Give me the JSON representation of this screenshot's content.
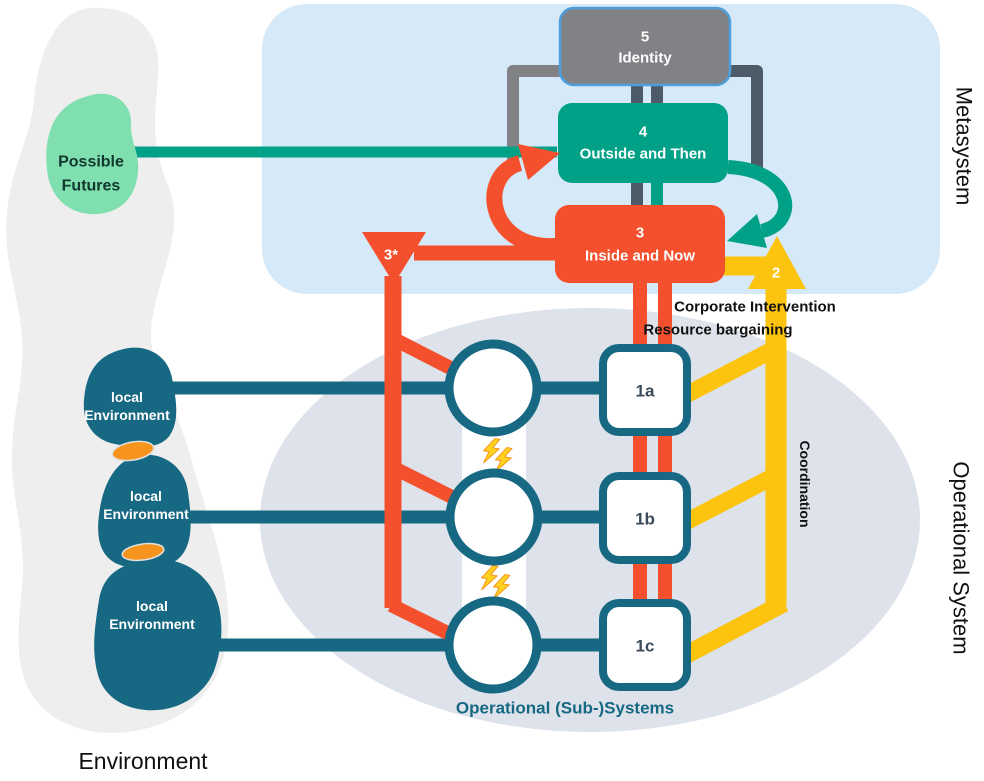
{
  "diagram": {
    "regions": {
      "metasystem_label": "Metasystem",
      "operational_system_label": "Operational System",
      "environment_label": "Environment"
    },
    "metasystem_boxes": {
      "s5_num": "5",
      "s5_name": "Identity",
      "s4_num": "4",
      "s4_name": "Outside and Then",
      "s3_num": "3",
      "s3_name": "Inside and Now"
    },
    "nodes": {
      "s3star": "3*",
      "s2": "2",
      "s1a": "1a",
      "s1b": "1b",
      "s1c": "1c"
    },
    "environment": {
      "possible_futures_line1": "Possible",
      "possible_futures_line2": "Futures",
      "local_env_line1": "local",
      "local_env_line2": "Environment"
    },
    "channel_labels": {
      "corporate_intervention": "Corporate Intervention",
      "resource_bargaining": "Resource bargaining",
      "coordination": "Coordination",
      "operational_subsystems": "Operational (Sub-)Systems"
    },
    "colors": {
      "metasystem_bg": "#D5E9F8",
      "operational_bg": "#DDE2EB",
      "environment_bg": "#EEEEEE",
      "system5_gray": "#808285",
      "system5_border": "#4E9EDC",
      "teal_green": "#00A186",
      "red_orange": "#F4502E",
      "yellow": "#FCC40E",
      "dark_slate": "#4D5B68",
      "dark_teal": "#176883",
      "mint_green": "#80DFAE",
      "orange": "#F7941E",
      "label_dark": "#3A4A5A"
    }
  }
}
